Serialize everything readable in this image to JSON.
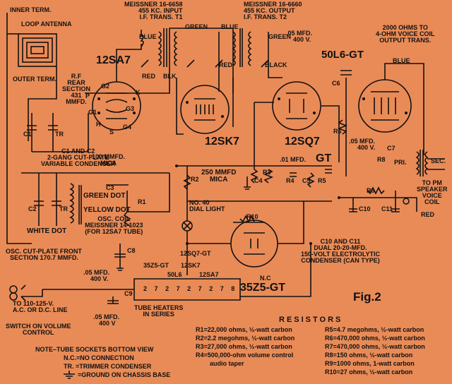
{
  "labels": {
    "inner_term": "INNER TERM.",
    "loop_antenna": "LOOP ANTENNA",
    "outer_term": "OUTER TERM.",
    "rf_section": [
      "R.F",
      "REAR",
      "SECTION",
      "431",
      "MMFD."
    ],
    "c1c2": [
      "C1 AND C2",
      "2-GANG CUT-PLATE",
      "VARIABLE CONDENSER"
    ],
    "c1": "C1",
    "tr1": "TR",
    "c2": "C2",
    "tr2": "TR",
    "mica100": [
      "100 MMFD.",
      "MICA"
    ],
    "c3": "C3",
    "green_dot": "GREEN DOT",
    "yellow_dot": "YELLOW DOT",
    "r1": "R1",
    "white_dot": "WHITE DOT",
    "osc_coil": [
      "OSC. COIL",
      "MEISSNER 14-1023",
      "(FOR 12SA7 TUBE)"
    ],
    "osc_front": [
      "OSC. CUT-PLATE FRONT",
      "SECTION 170.7 MMFD."
    ],
    "t1": [
      "MEISSNER 16-6658",
      "455 KC. INPUT",
      "I.F. TRANS. T1"
    ],
    "t2": [
      "MEISSNER 16-6660",
      "455 KC. OUTPUT",
      "I.F. TRANS. T2"
    ],
    "blue1": "BLUE",
    "green1": "GREEN",
    "red1": "RED",
    "blk1": "BLK",
    "blue2": "BLUE",
    "green2": "GREEN",
    "black2": "BLACK",
    "red2": "RED",
    "tube_12sa7": "12SA7",
    "tube_12sk7": "12SK7",
    "tube_12sq7": "12SQ7",
    "tube_gt": "GT",
    "tube_50l6": "50L6-GT",
    "tube_35z5": "35Z5-GT",
    "c05_top": [
      ".05 MFD.",
      "400 V."
    ],
    "output_trans": [
      "2000 OHMS TO",
      "4-OHM VOICE COIL",
      "OUTPUT TRANS."
    ],
    "blue3": "BLUE",
    "c6": "C6",
    "r6": "R6",
    "c7": "C7",
    "r8": "R8",
    "c05_mid": [
      ".05 MFD.",
      "400 V."
    ],
    "pri": "PRI.",
    "sec": "SEC.",
    "to_pm": [
      "TO PM",
      "SPEAKER",
      "VOICE",
      "COIL"
    ],
    "c01": ".01 MFD.",
    "mmfd250": [
      "250 MMFD",
      "MICA"
    ],
    "r2": "R2",
    "r3": "R3",
    "r4": "R4",
    "c4": "C4",
    "c5": "C5",
    "r5": "R5",
    "r9": "R9",
    "c10": "C10",
    "c11": "C11",
    "red3": "RED",
    "dial_light": [
      "NO. 40",
      "DIAL LIGHT"
    ],
    "r10": "R10",
    "c8": "C8",
    "sq7gt2": "12SQ7-GT",
    "c05_low": [
      ".05 MFD.",
      "400 V."
    ],
    "heater_names": [
      "35Z5-GT",
      "12SK7",
      "50L6",
      "12SA7"
    ],
    "heater_pins": [
      "2",
      "7",
      "2",
      "7",
      "2",
      "7",
      "2",
      "7",
      "8"
    ],
    "c9": "C9",
    "tube_heaters": [
      "TUBE HEATERS",
      "IN SERIES"
    ],
    "c05_bot": [
      ".05 MFD.",
      "400 V"
    ],
    "line": [
      "TO 110-125-V.",
      "A.C. OR D.C. LINE"
    ],
    "switch": [
      "SWITCH ON VOLUME",
      "CONTROL"
    ],
    "electrolytic": [
      "C10 AND C11",
      "DUAL 20-20-MFD.",
      "150-VOLT ELECTROLYTIC",
      "CONDENSER (CAN TYPE)"
    ],
    "fig": "Fig.2",
    "pins_a": [
      "P",
      "K",
      "G2",
      "G1",
      "G3",
      "H",
      "S",
      "G4"
    ],
    "nc": "N.C"
  },
  "note": {
    "title": "NOTE–TUBE SOCKETS BOTTOM VIEW",
    "lines": [
      "N.C.=NO CONNECTION",
      "TR.   =TRIMMER CONDENSER",
      "=GROUND ON CHASSIS BASE"
    ]
  },
  "resistors": {
    "title": "RESISTORS",
    "left": [
      "R1=22,000 ohms, ½-watt carbon",
      "R2=2.2 megohms, ½-watt carbon",
      "R3=27,000 ohms, ½-watt carbon",
      "R4=500,000-ohm volume control",
      "audio taper"
    ],
    "right": [
      "R5=4.7 megohms, ½-watt carbon",
      "R6=470,000 ohms, ½-watt carbon",
      "R7=470,000 ohms, ½-watt carbon",
      "R8=150 ohms, ½-watt carbon",
      "R9=1000 ohms, 1-watt carbon",
      "R10=27 ohms, ½-watt carbon"
    ]
  },
  "colors": {
    "paper": "#e98b57",
    "ink": "#111111"
  }
}
